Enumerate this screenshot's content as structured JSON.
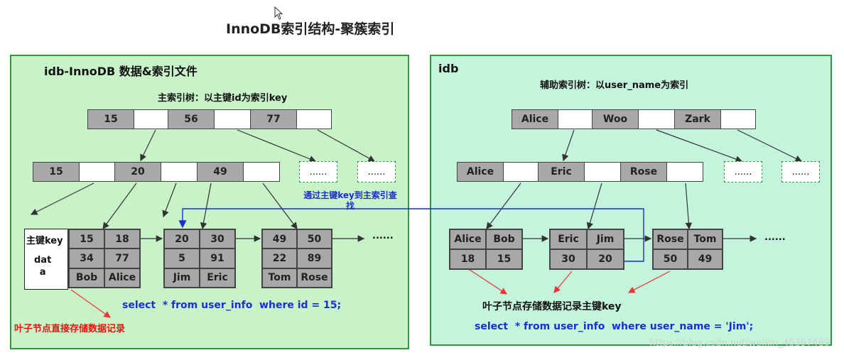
{
  "title": "InnoDB索引结构-聚簇索引",
  "left": {
    "title": "idb-InnoDB 数据&索引文件",
    "tree_title": "主索引树：以主键id为索引key",
    "root": [
      "15",
      "56",
      "77"
    ],
    "level2": [
      "15",
      "20",
      "49"
    ],
    "placeholder": "......",
    "leaf_label_key": "主键key",
    "leaf_label_data": "dat\na",
    "leaves": [
      [
        "15",
        "18",
        "34",
        "77",
        "Bob",
        "Alice"
      ],
      [
        "20",
        "30",
        "5",
        "91",
        "Jim",
        "Eric"
      ],
      [
        "49",
        "50",
        "22",
        "89",
        "Tom",
        "Rose"
      ]
    ],
    "trail": "......",
    "sql": "select  * from user_info  where id = 15;",
    "red_note": "叶子节点直接存储数据记录"
  },
  "lookup_note": "通过主键key到主索引查\n找",
  "right": {
    "title": "idb",
    "tree_title": "辅助索引树：以user_name为索引",
    "root": [
      "Alice",
      "Woo",
      "Zark"
    ],
    "level2": [
      "Alice",
      "Eric",
      "Rose"
    ],
    "placeholder": "......",
    "leaves": [
      [
        "Alice",
        "Bob",
        "18",
        "15"
      ],
      [
        "Eric",
        "Jim",
        "30",
        "20"
      ],
      [
        "Rose",
        "Tom",
        "50",
        "49"
      ]
    ],
    "trail": "......",
    "leaf_note": "叶子节点存储数据记录主键key",
    "sql": "select  * from user_info  where user_name = 'Jim';"
  },
  "watermark": "https://blog.csdn.net/weixin_40397469",
  "colors": {
    "panel_border": "#2e9a3c",
    "left_bg": "#c8f3c8",
    "right_bg": "#c4f4dc",
    "key_cell": "#a8a8a8",
    "sql_blue": "#1a2fcf",
    "red": "#ee1111"
  }
}
